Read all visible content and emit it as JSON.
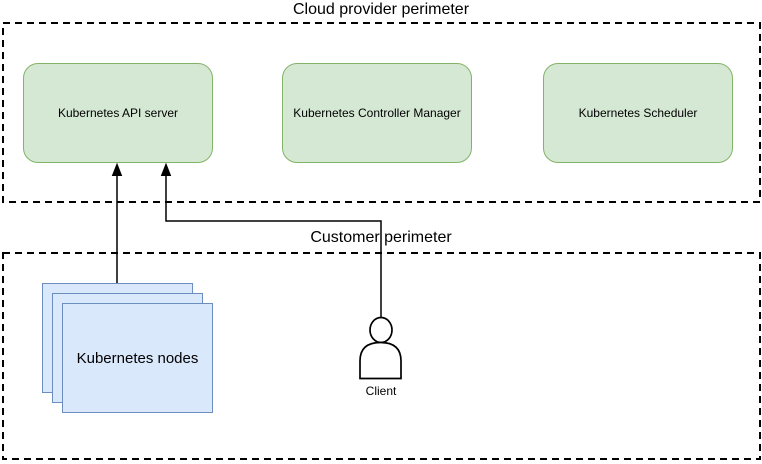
{
  "perimeters": {
    "cloud": {
      "title": "Cloud provider perimeter",
      "boxes": [
        {
          "label": "Kubernetes API server"
        },
        {
          "label": "Kubernetes Controller Manager"
        },
        {
          "label": "Kubernetes Scheduler"
        }
      ]
    },
    "customer": {
      "title": "Customer perimeter",
      "nodes_stack": {
        "label": "Kubernetes nodes"
      },
      "client": {
        "label": "Client"
      }
    }
  },
  "icons": {
    "client_actor": "person-icon",
    "arrow_style": "filled-triangle-arrowhead"
  },
  "colors": {
    "background": "#ffffff",
    "line": "#000000",
    "box_green_fill": "#d5e8d4",
    "box_green_stroke": "#82b366",
    "box_blue_fill": "#dae8fc",
    "box_blue_stroke": "#6c8ebf"
  }
}
